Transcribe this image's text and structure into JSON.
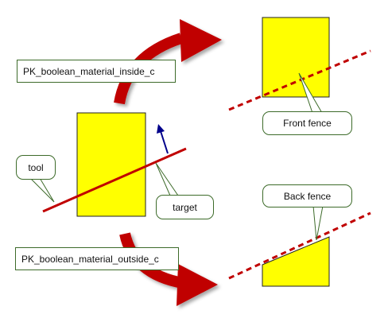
{
  "labels": {
    "inside": "PK_boolean_material_inside_c",
    "outside": "PK_boolean_material_outside_c",
    "tool": "tool",
    "target": "target",
    "front_fence": "Front fence",
    "back_fence": "Back fence"
  },
  "colors": {
    "body_fill": "#ffff00",
    "fence_line": "#c00000",
    "arrow_red": "#c00000",
    "normal_arrow": "#00008b",
    "label_border": "#3d6b2a"
  }
}
